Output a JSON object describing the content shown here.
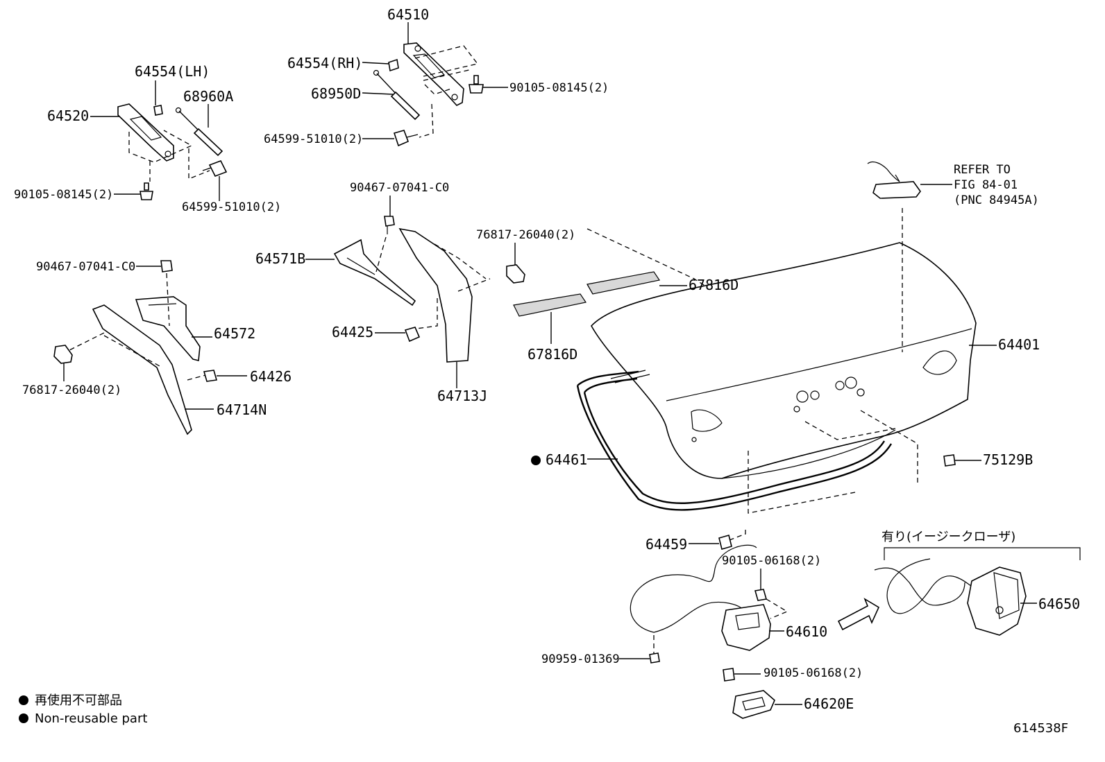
{
  "parts": {
    "p64510": "64510",
    "p64554rh": "64554(RH)",
    "p90105_08145_top": "90105-08145(2)",
    "p68950d": "68950D",
    "p64599_top": "64599-51010(2)",
    "p64554lh": "64554(LH)",
    "p68960a": "68960A",
    "p64520": "64520",
    "p90105_08145_left": "90105-08145(2)",
    "p64599_left": "64599-51010(2)",
    "p90467_mid": "90467-07041-C0",
    "p64571b": "64571B",
    "p76817_mid": "76817-26040(2)",
    "p67816d_a": "67816D",
    "p67816d_b": "67816D",
    "p64425": "64425",
    "p64713j": "64713J",
    "p90467_left": "90467-07041-C0",
    "p64572": "64572",
    "p64426": "64426",
    "p76817_left": "76817-26040(2)",
    "p64714n": "64714N",
    "p64401": "64401",
    "p64461": "64461",
    "p75129b": "75129B",
    "p64459": "64459",
    "p90105_06168_a": "90105-06168(2)",
    "p64610": "64610",
    "p90959": "90959-01369",
    "p90105_06168_b": "90105-06168(2)",
    "p64620e": "64620E",
    "p64650": "64650"
  },
  "refer": {
    "line1": "REFER TO",
    "line2": "FIG 84-01",
    "line3": "(PNC 84945A)"
  },
  "easy_closer_label": "有り(イージークローザ)",
  "legend": {
    "jp": "再使用不可部品",
    "en": "Non-reusable part"
  },
  "figure_id": "614538F"
}
